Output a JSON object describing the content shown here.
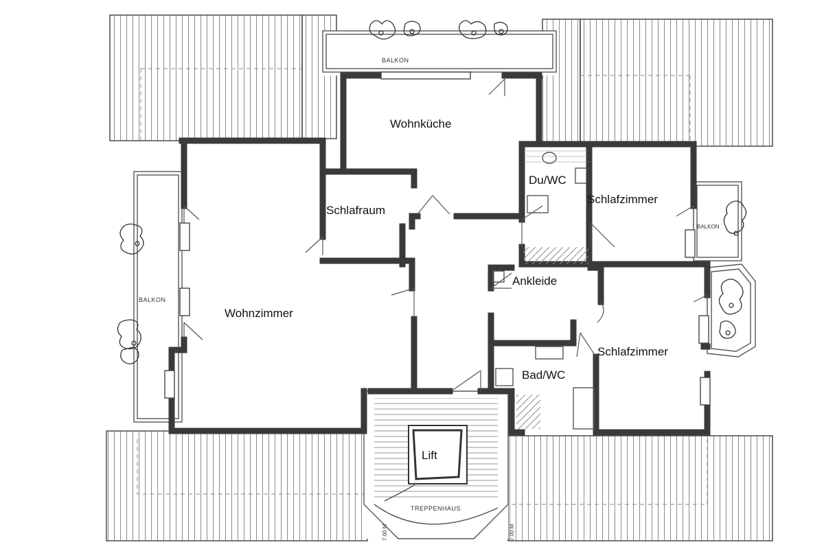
{
  "rooms": {
    "wohnkueche": "Wohnküche",
    "du_wc": "Du/WC",
    "schlafzimmer_ne": "Schlafzimmer",
    "schlafraum": "Schlafraum",
    "ankleide": "Ankleide",
    "wohnzimmer": "Wohnzimmer",
    "schlafzimmer_se": "Schlafzimmer",
    "bad_wc": "Bad/WC",
    "lift": "Lift"
  },
  "annotations": {
    "balkon_top": "BALKON",
    "balkon_west": "BALKON",
    "balkon_east": "BALKON",
    "treppenhaus": "TREPPENHAUS",
    "dim_left": "7.00 M",
    "dim_right": "7.00 M"
  },
  "colors": {
    "wall": "#3a3a3a",
    "hatch": "#8a8a8a",
    "background": "#ffffff"
  }
}
